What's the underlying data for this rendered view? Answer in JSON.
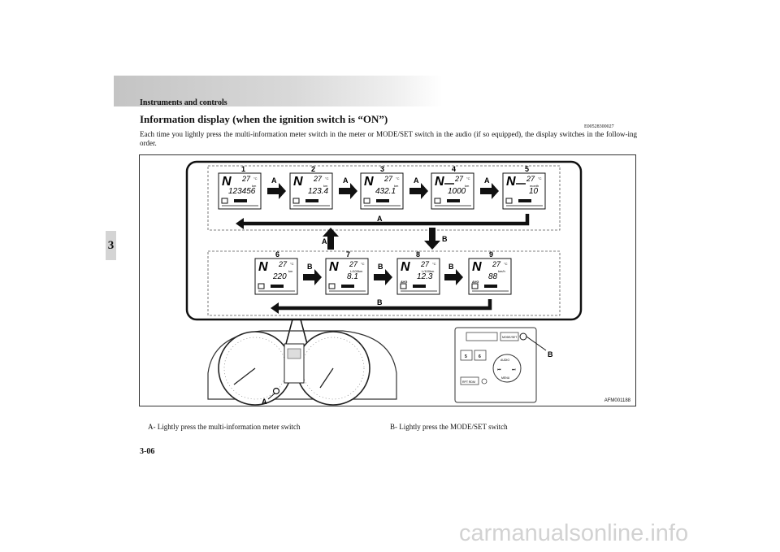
{
  "header": {
    "section": "Instruments and controls",
    "chapter_tab": "3"
  },
  "title": "Information display (when the ignition switch is “ON”)",
  "doc_code": "E00528300027",
  "paragraph": "Each time you lightly press the multi-information meter switch in the meter or MODE/SET switch in the audio (if so equipped), the display switches in the follow-ing order.",
  "figure": {
    "code": "AFM001188",
    "gear": "N",
    "temp": "27",
    "temp_unit": "°C",
    "arrow_label_a": "A",
    "arrow_label_b": "B",
    "screens_top": [
      {
        "num": "1",
        "value": "123456",
        "unit": "km"
      },
      {
        "num": "2",
        "value": "123.4",
        "unit": "km"
      },
      {
        "num": "3",
        "value": "432.1",
        "unit": "km"
      },
      {
        "num": "4",
        "value": "1000",
        "unit": "km"
      },
      {
        "num": "5",
        "value": "10",
        "unit": "month"
      }
    ],
    "screens_bottom": [
      {
        "num": "6",
        "value": "220",
        "unit": "km"
      },
      {
        "num": "7",
        "value": "8.1",
        "unit": "L/100km"
      },
      {
        "num": "8",
        "value": "12.3",
        "unit": "L/100km"
      },
      {
        "num": "9",
        "value": "88",
        "unit": "km/h"
      }
    ],
    "avg_label": "AVG",
    "buttons": {
      "mode_set": "MODE/SET",
      "audio": "AUDIO",
      "menu": "MENU",
      "rpt_rdm": "RPT RDM"
    }
  },
  "captions": {
    "a": "A- Lightly press the multi-information meter switch",
    "b": "B- Lightly press the MODE/SET switch"
  },
  "page_number": "3-06",
  "watermark": "carmanualsonline.info"
}
